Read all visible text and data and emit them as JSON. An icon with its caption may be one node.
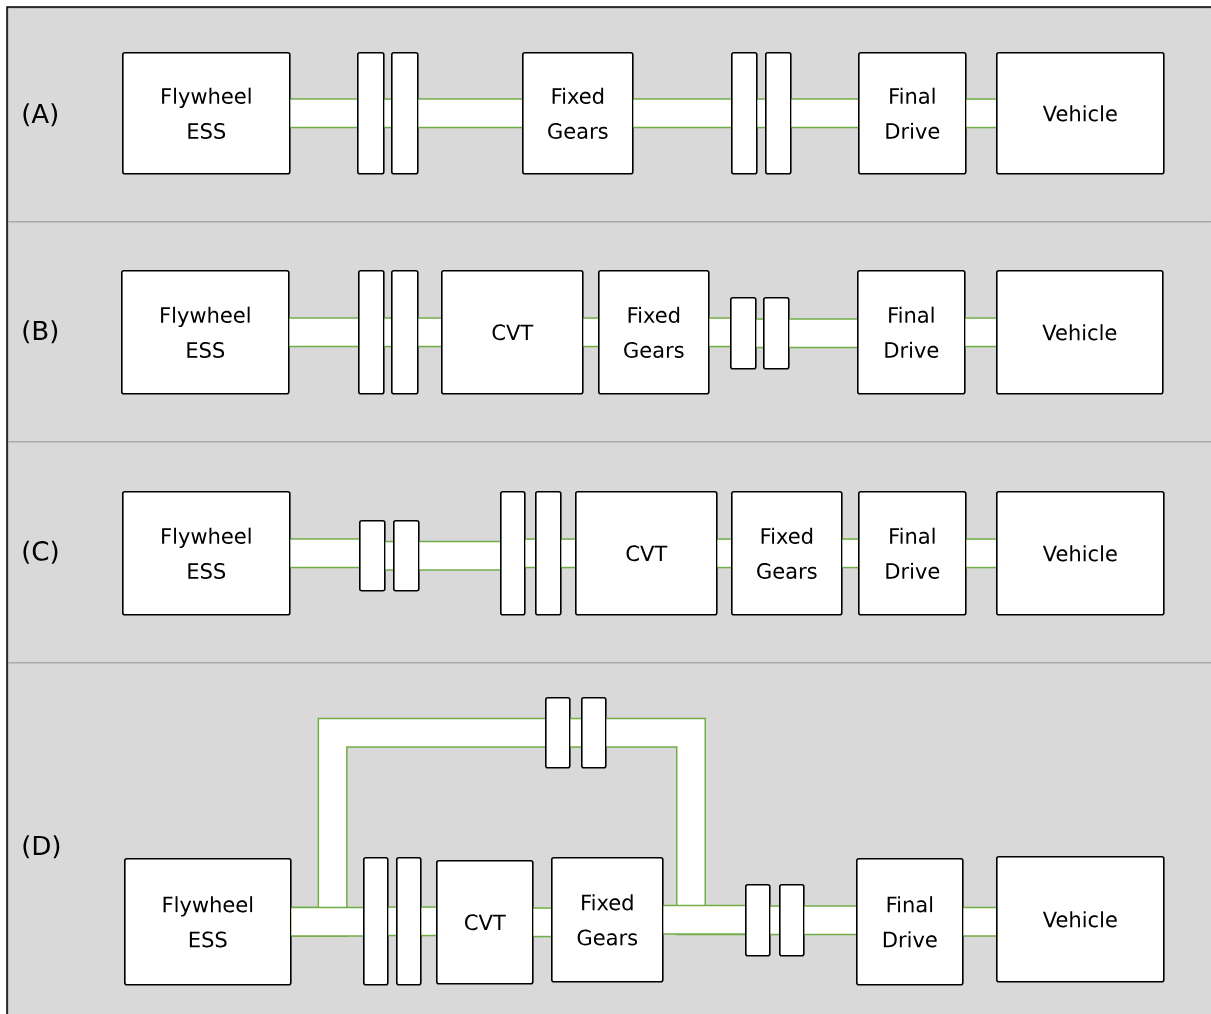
{
  "diagram": {
    "nodes": [
      {
        "text": [
          "(A)"
        ]
      },
      {
        "text": [
          "Flywheel ESS"
        ],
        "in": 0
      },
      {
        "text": [],
        "shape": "box",
        "in": 0
      },
      {
        "text": [],
        "shape": "box",
        "in": 0
      },
      {
        "text": [
          "Fixed Gears"
        ],
        "in": 0
      },
      {
        "text": [],
        "shape": "box",
        "in": 0
      },
      {
        "text": [],
        "shape": "box",
        "in": 0
      },
      {
        "text": [
          "Final Drive"
        ],
        "in": 0
      },
      {
        "text": [
          "Vehicle"
        ],
        "in": 0
      },
      {
        "text": [
          "(B)"
        ]
      },
      {
        "text": [
          "Flywheel ESS"
        ],
        "in": 9
      },
      {
        "text": [],
        "shape": "box",
        "in": 9
      },
      {
        "text": [],
        "shape": "box",
        "in": 9
      },
      {
        "text": [
          "CVT"
        ],
        "in": 9
      },
      {
        "text": [
          "Fixed Gears"
        ],
        "in": 9
      },
      {
        "text": [],
        "shape": "box",
        "in": 9
      },
      {
        "text": [],
        "shape": "box",
        "in": 9
      },
      {
        "text": [
          "Final Drive"
        ],
        "in": 9
      },
      {
        "text": [
          "Vehicle"
        ],
        "in": 9
      },
      {
        "text": [
          "(C)"
        ]
      },
      {
        "text": [
          "Flywheel ESS"
        ],
        "in": 19
      },
      {
        "text": [],
        "shape": "box",
        "in": 19
      },
      {
        "text": [],
        "shape": "box",
        "in": 19
      },
      {
        "text": [],
        "shape": "box",
        "in": 19
      },
      {
        "text": [],
        "shape": "box",
        "in": 19
      },
      {
        "text": [
          "CVT"
        ],
        "in": 19
      },
      {
        "text": [
          "Fixed Gears"
        ],
        "in": 19
      },
      {
        "text": [
          "Final Drive"
        ],
        "in": 19
      },
      {
        "text": [
          "Vehicle"
        ],
        "in": 19
      },
      {
        "text": [
          "(D)"
        ]
      },
      {
        "text": [
          "Flywheel ESS"
        ],
        "in": 29
      },
      {
        "text": [],
        "shape": "box",
        "in": 29
      },
      {
        "text": [],
        "shape": "box",
        "in": 29
      },
      {
        "text": [],
        "shape": "box",
        "in": 29
      },
      {
        "text": [],
        "shape": "box",
        "in": 29
      },
      {
        "text": [
          "CVT"
        ],
        "in": 29
      },
      {
        "text": [
          "Fixed Gears"
        ],
        "in": 29
      },
      {
        "text": [],
        "shape": "box",
        "in": 29
      },
      {
        "text": [],
        "shape": "box",
        "in": 29
      },
      {
        "text": [
          "Final Drive"
        ],
        "in": 29
      },
      {
        "text": [
          "Vehicle"
        ],
        "in": 29
      }
    ],
    "edges": [
      {
        "from": 1,
        "to": 2,
        "arrow": "none"
      },
      {
        "from": 2,
        "to": 3,
        "arrow": "none"
      },
      {
        "from": 3,
        "to": 4,
        "arrow": "none"
      },
      {
        "from": 4,
        "to": 5,
        "arrow": "none"
      },
      {
        "from": 5,
        "to": 6,
        "arrow": "none"
      },
      {
        "from": 6,
        "to": 7,
        "arrow": "none"
      },
      {
        "from": 7,
        "to": 8,
        "arrow": "none"
      },
      {
        "from": 10,
        "to": 11,
        "arrow": "none"
      },
      {
        "from": 11,
        "to": 12,
        "arrow": "none"
      },
      {
        "from": 12,
        "to": 13,
        "arrow": "none"
      },
      {
        "from": 13,
        "to": 14,
        "arrow": "none"
      },
      {
        "from": 14,
        "to": 15,
        "arrow": "none"
      },
      {
        "from": 15,
        "to": 16,
        "arrow": "none"
      },
      {
        "from": 16,
        "to": 17,
        "arrow": "none"
      },
      {
        "from": 17,
        "to": 18,
        "arrow": "none"
      },
      {
        "from": 20,
        "to": 21,
        "arrow": "none"
      },
      {
        "from": 21,
        "to": 22,
        "arrow": "none"
      },
      {
        "from": 22,
        "to": 23,
        "arrow": "none"
      },
      {
        "from": 23,
        "to": 24,
        "arrow": "none"
      },
      {
        "from": 24,
        "to": 25,
        "arrow": "none"
      },
      {
        "from": 25,
        "to": 26,
        "arrow": "none"
      },
      {
        "from": 26,
        "to": 27,
        "arrow": "none"
      },
      {
        "from": 27,
        "to": 28,
        "arrow": "none"
      },
      {
        "from": 30,
        "to": 31,
        "arrow": "none"
      },
      {
        "from": 31,
        "to": 32,
        "arrow": "none"
      },
      {
        "from": 32,
        "to": 37,
        "arrow": "none"
      },
      {
        "from": 30,
        "to": 33,
        "arrow": "none"
      },
      {
        "from": 33,
        "to": 34,
        "arrow": "none"
      },
      {
        "from": 34,
        "to": 35,
        "arrow": "none"
      },
      {
        "from": 35,
        "to": 36,
        "arrow": "none"
      },
      {
        "from": 36,
        "to": 37,
        "arrow": "none"
      },
      {
        "from": 37,
        "to": 38,
        "arrow": "none"
      },
      {
        "from": 38,
        "to": 39,
        "arrow": "none"
      },
      {
        "from": 39,
        "to": 40,
        "arrow": "none"
      }
    ]
  }
}
